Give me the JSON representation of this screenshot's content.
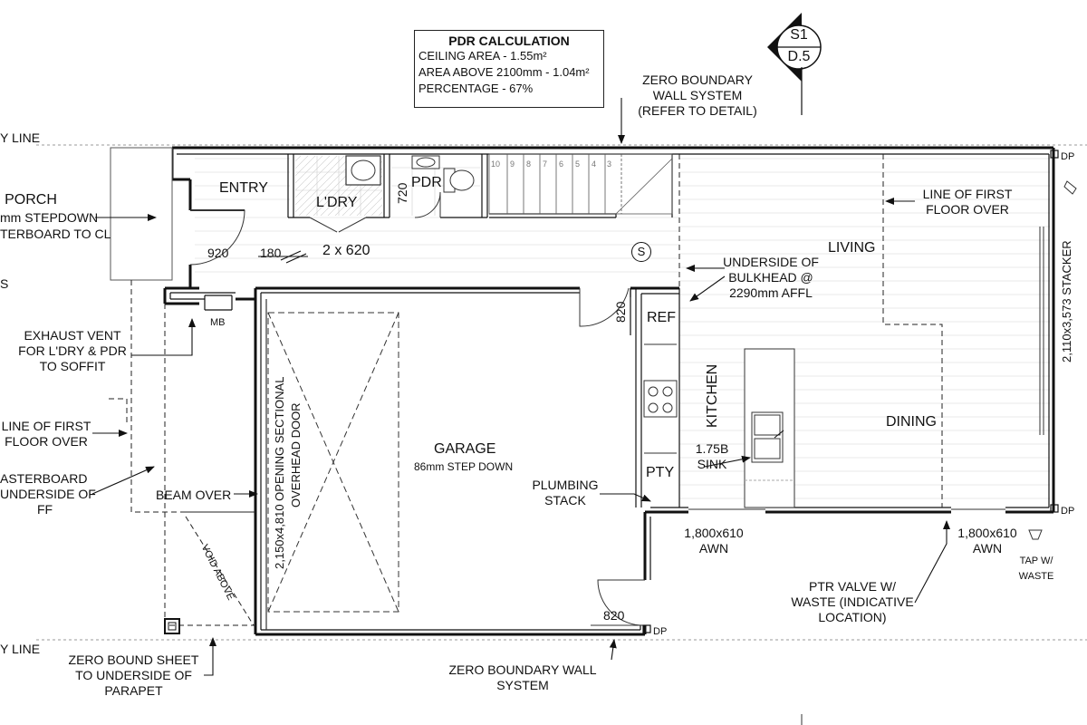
{
  "pdr_calculation": {
    "title": "PDR CALCULATION",
    "ceiling_area": "CEILING AREA - 1.55m²",
    "area_above": "AREA ABOVE 2100mm - 1.04m²",
    "percentage": "PERCENTAGE - 67%"
  },
  "section_marker": {
    "top": "S1",
    "bottom": "D.5"
  },
  "labels": {
    "boundary_line_top": "Y LINE",
    "boundary_line_bottom": "Y LINE",
    "zero_boundary_top": [
      "ZERO BOUNDARY",
      "WALL SYSTEM",
      "(REFER TO DETAIL)"
    ],
    "porch": [
      "PORCH",
      "mm STEPDOWN",
      "TERBOARD TO CL"
    ],
    "left_s": "S",
    "entry": "ENTRY",
    "laundry": "L'DRY",
    "pdr": "PDR",
    "dim_720": "720",
    "dim_920": "920",
    "dim_180": "180",
    "dim_2x620": "2 x 620",
    "smoke_s": "S",
    "living": "LIVING",
    "line_first_floor_right": [
      "LINE OF FIRST",
      "FLOOR OVER"
    ],
    "underside_bulkhead": [
      "UNDERSIDE OF",
      "BULKHEAD @",
      "2290mm AFFL"
    ],
    "mb": "MB",
    "dim_820_top": "820",
    "ref": "REF",
    "kitchen": "KITCHEN",
    "dining": "DINING",
    "stacker": "2,110x3,573 STACKER",
    "exhaust_vent": [
      "EXHAUST VENT",
      "FOR L'DRY & PDR",
      "TO SOFFIT"
    ],
    "line_first_floor_left": [
      "LINE OF FIRST",
      "FLOOR OVER"
    ],
    "plasterboard": [
      "ASTERBOARD",
      "UNDERSIDE OF",
      "FF"
    ],
    "beam_over": "BEAM OVER",
    "garage": "GARAGE",
    "garage_step": "86mm STEP DOWN",
    "garage_door": "2,150x4,810 OPENING SECTIONAL",
    "garage_door_2": "OVERHEAD DOOR",
    "sink": [
      "1.75B",
      "SINK"
    ],
    "pty": "PTY",
    "plumbing_stack": [
      "PLUMBING",
      "STACK"
    ],
    "void_above": "VOID ABOVE",
    "awn_left": [
      "1,800x610",
      "AWN"
    ],
    "awn_right": [
      "1,800x610",
      "AWN"
    ],
    "dp_top": "DP",
    "dp_mid": "DP",
    "dp_bottom": "DP",
    "tap_waste": [
      "TAP W/",
      "WASTE"
    ],
    "ptr_valve": [
      "PTR VALVE W/",
      "WASTE (INDICATIVE",
      "LOCATION)"
    ],
    "dim_820_bottom": "820",
    "zero_bound_sheet": [
      "ZERO BOUND SHEET",
      "TO UNDERSIDE OF",
      "PARAPET"
    ],
    "zero_boundary_bottom": [
      "ZERO BOUNDARY WALL",
      "SYSTEM"
    ],
    "stair_treads": [
      "10",
      "9",
      "8",
      "7",
      "6",
      "5",
      "4",
      "3"
    ]
  }
}
